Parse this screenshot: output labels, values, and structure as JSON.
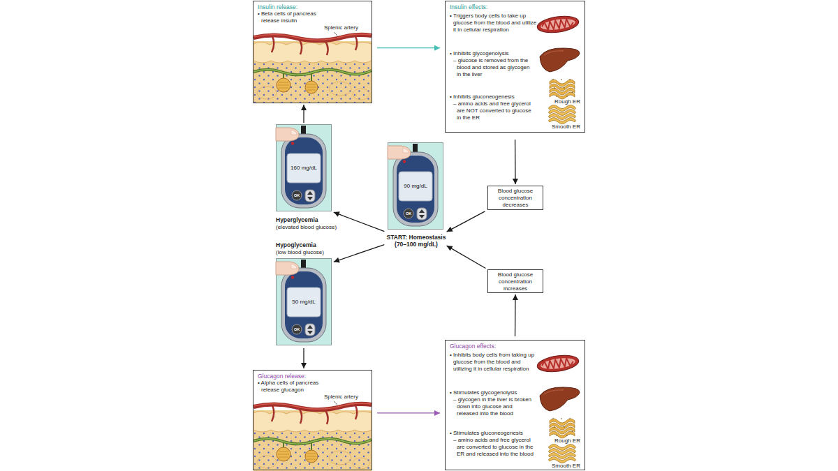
{
  "diagram": {
    "nodes": [
      {
        "text": [
          "Insulin release:",
          "• Beta cells of pancreas release insulin",
          "Splenic artery"
        ]
      },
      {
        "text": [
          "Insulin effects:",
          "• Triggers body cells to take up glucose from the blood and utilize it in cellular respiration",
          "• Inhibits glycogenolysis",
          "– glucose is removed from the blood and stored as glycogen in the liver",
          "• Inhibits gluconeogenesis",
          "– amino acids and free glycerol are NOT converted to glucose in the ER",
          "Rough ER",
          "Smooth ER"
        ]
      },
      {
        "text": [
          "160 mg/dL",
          "OK",
          "Hyperglycemia",
          "(elevated blood glucose)"
        ]
      },
      {
        "text": [
          "90 mg/dL",
          "OK",
          "START: Homeostasis (70–100 mg/dL)"
        ]
      },
      {
        "text": [
          "Blood glucose concentration decreases"
        ]
      },
      {
        "text": [
          "Hypoglycemia",
          "(low blood glucose)",
          "50 mg/dL",
          "OK"
        ]
      },
      {
        "text": [
          "Blood glucose concentration increases"
        ]
      },
      {
        "text": [
          "Glucagon release:",
          "• Alpha cells of pancreas release glucagon",
          "Splenic artery"
        ]
      },
      {
        "text": [
          "Glucagon effects:",
          "• Inhibits body cells from taking up glucose from the blood and utilizing it in cellular respiration",
          "• Stimulates glycogenolysis",
          "– glycogen in the liver is broken down into glucose and released into the blood",
          "• Stimulates gluconeogenesis",
          "– amino acids and free glycerol are converted to glucose in the ER and released into the blood",
          "Rough ER",
          "Smooth ER"
        ]
      }
    ],
    "edges": [
      {
        "from": 3,
        "to": 2,
        "arrow": "to"
      },
      {
        "from": 2,
        "to": 0,
        "arrow": "to"
      },
      {
        "from": 0,
        "to": 1,
        "arrow": "to"
      },
      {
        "from": 1,
        "to": 4,
        "arrow": "to"
      },
      {
        "from": 4,
        "to": 3,
        "arrow": "to"
      },
      {
        "from": 3,
        "to": 5,
        "arrow": "to"
      },
      {
        "from": 5,
        "to": 7,
        "arrow": "to"
      },
      {
        "from": 7,
        "to": 8,
        "arrow": "to"
      },
      {
        "from": 8,
        "to": 6,
        "arrow": "to"
      },
      {
        "from": 6,
        "to": 3,
        "arrow": "to"
      }
    ]
  }
}
